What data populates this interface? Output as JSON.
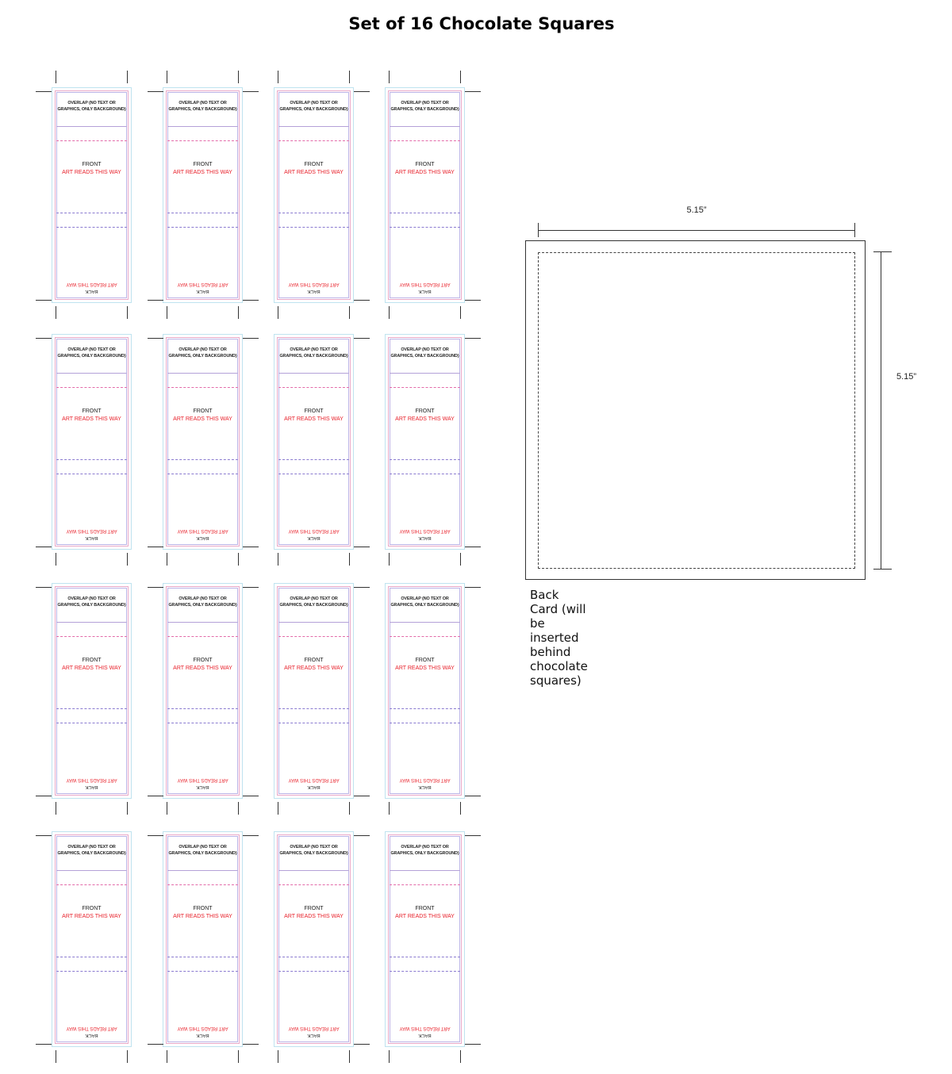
{
  "title": "Set of 16 Chocolate Squares",
  "template_card": {
    "overlap_text": "OVERLAP (NO TEXT OR GRAPHICS, ONLY BACKGROUND)",
    "front_label": "FRONT",
    "art_direction": "ART READS THIS WAY",
    "back_label": "BACK"
  },
  "grid": {
    "rows": 4,
    "columns": 4
  },
  "colors": {
    "art_direction_text": "#e8202a",
    "bleed_line": "#bfe3ef",
    "trim_line": "#e9a9c9",
    "safe_line": "#bcb4e6"
  },
  "back_card": {
    "width_label": "5.15”",
    "height_label": "5.15”",
    "caption": "Back Card (will be inserted behind chocolate squares)"
  }
}
